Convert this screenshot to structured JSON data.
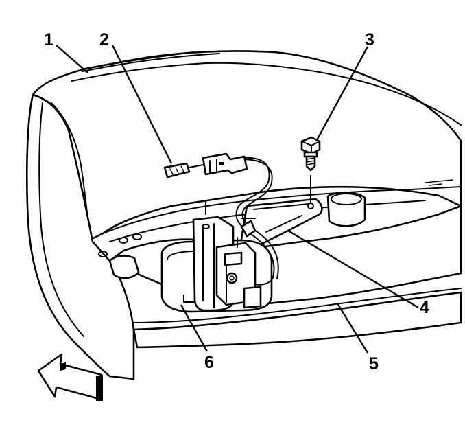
{
  "callouts": {
    "c1": "1",
    "c2": "2",
    "c3": "3",
    "c4": "4",
    "c5": "5",
    "c6": "6"
  },
  "colors": {
    "line": "#000000",
    "background": "#ffffff"
  }
}
